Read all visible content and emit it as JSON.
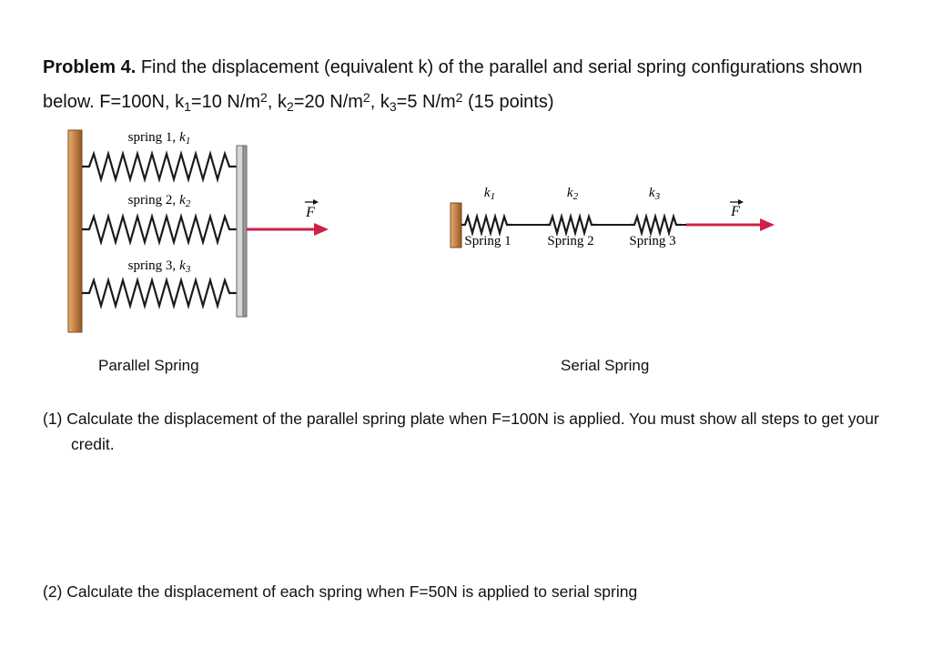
{
  "problem": {
    "label": "Problem 4.",
    "text_a": " Find the displacement (equivalent k) of the parallel and serial spring configurations shown below. F=100N, k",
    "sub1": "1",
    "text_b": "=10 N/m",
    "sup1": "2",
    "text_c": ", k",
    "sub2": "2",
    "text_d": "=20 N/m",
    "sup2": "2",
    "text_e": ", k",
    "sub3": "3",
    "text_f": "=5 N/m",
    "sup3": "2",
    "text_g": " (15 points)"
  },
  "parallel_diagram": {
    "spring1_text": "spring 1,",
    "spring1_k": "k",
    "spring1_sub": "1",
    "spring2_text": "spring 2,",
    "spring2_k": "k",
    "spring2_sub": "2",
    "spring3_text": "spring 3,",
    "spring3_k": "k",
    "spring3_sub": "3",
    "force_label": "F",
    "caption": "Parallel Spring"
  },
  "serial_diagram": {
    "k1_sym": "k",
    "k1_sub": "1",
    "k2_sym": "k",
    "k2_sub": "2",
    "k3_sym": "k",
    "k3_sub": "3",
    "spring1_label": "Spring 1",
    "spring2_label": "Spring 2",
    "spring3_label": "Spring 3",
    "force_label": "F",
    "caption": "Serial Spring"
  },
  "questions": {
    "q1": "(1) Calculate the displacement of the parallel spring plate when F=100N is applied.  You must show all steps to get your credit.",
    "q2": "(2) Calculate the displacement of each spring when F=50N is applied to serial spring"
  },
  "colors": {
    "force_arrow": "#cf2048",
    "wood_light": "#e8b071",
    "wood_dark": "#8c5a26",
    "spring_stroke": "#1a1a1a",
    "plate_fill": "#cccccc"
  }
}
